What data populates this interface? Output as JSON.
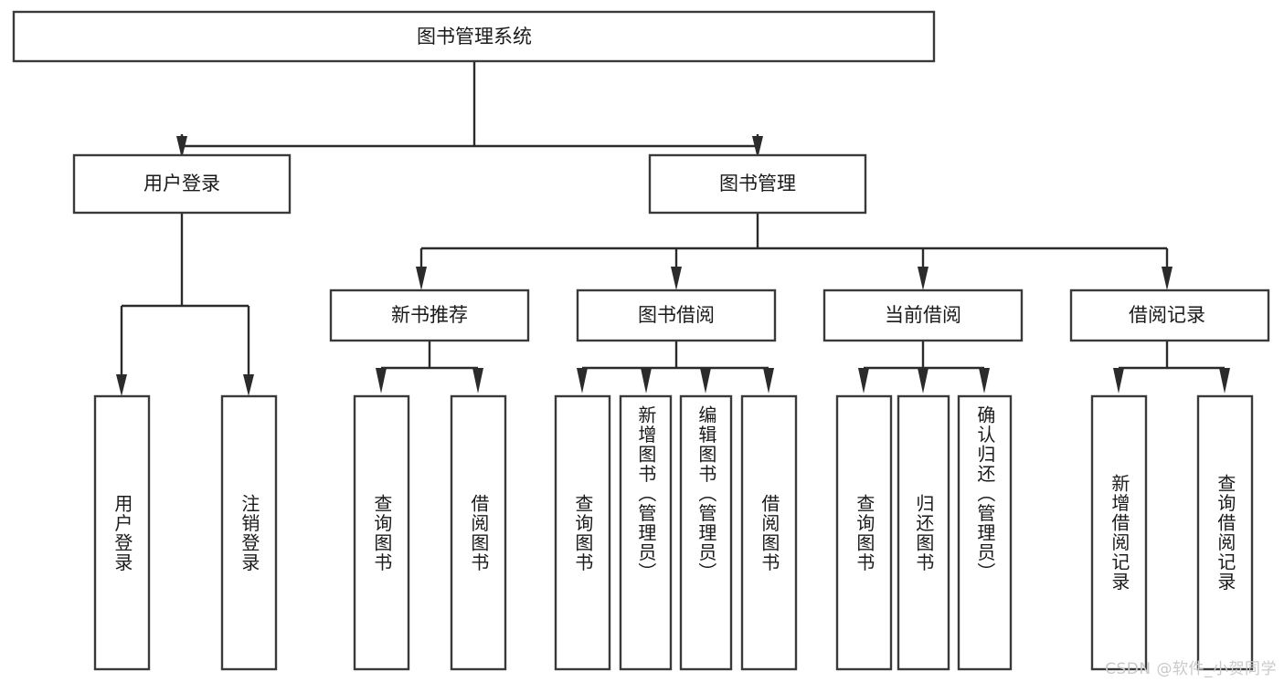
{
  "diagram": {
    "title": "图书管理系统",
    "type": "tree-hierarchy-diagram",
    "watermark": "CSDN @软件_小贺同学",
    "colors": {
      "background": "#ffffff",
      "box_stroke": "#3a3a3a",
      "connector": "#2b2b2b",
      "text": "#1a1a1a",
      "watermark": "#c9c9c9"
    },
    "root": {
      "id": "root",
      "label": "图书管理系统",
      "orientation": "horizontal"
    },
    "level2": [
      {
        "id": "user-login",
        "label": "用户登录",
        "orientation": "horizontal"
      },
      {
        "id": "book-management",
        "label": "图书管理",
        "orientation": "horizontal"
      }
    ],
    "level3": [
      {
        "id": "new-book-recommend",
        "label": "新书推荐",
        "orientation": "horizontal",
        "parent": "book-management"
      },
      {
        "id": "book-borrow",
        "label": "图书借阅",
        "orientation": "horizontal",
        "parent": "book-management"
      },
      {
        "id": "current-borrow",
        "label": "当前借阅",
        "orientation": "horizontal",
        "parent": "book-management"
      },
      {
        "id": "borrow-record",
        "label": "借阅记录",
        "orientation": "horizontal",
        "parent": "book-management"
      }
    ],
    "leaves": [
      {
        "id": "leaf-user-login",
        "label": "用户登录",
        "parent": "user-login",
        "orientation": "vertical"
      },
      {
        "id": "leaf-user-logout",
        "label": "注销登录",
        "parent": "user-login",
        "orientation": "vertical"
      },
      {
        "id": "leaf-query-book-1",
        "label": "查询图书",
        "parent": "new-book-recommend",
        "orientation": "vertical"
      },
      {
        "id": "leaf-borrow-book-1",
        "label": "借阅图书",
        "parent": "new-book-recommend",
        "orientation": "vertical"
      },
      {
        "id": "leaf-query-book-2",
        "label": "查询图书",
        "parent": "book-borrow",
        "orientation": "vertical"
      },
      {
        "id": "leaf-add-book",
        "label": "新增图书（管理员）",
        "parent": "book-borrow",
        "orientation": "vertical"
      },
      {
        "id": "leaf-edit-book",
        "label": "编辑图书（管理员）",
        "parent": "book-borrow",
        "orientation": "vertical"
      },
      {
        "id": "leaf-borrow-book-2",
        "label": "借阅图书",
        "parent": "book-borrow",
        "orientation": "vertical"
      },
      {
        "id": "leaf-query-book-3",
        "label": "查询图书",
        "parent": "current-borrow",
        "orientation": "vertical"
      },
      {
        "id": "leaf-return-book",
        "label": "归还图书",
        "parent": "current-borrow",
        "orientation": "vertical"
      },
      {
        "id": "leaf-confirm-return",
        "label": "确认归还（管理员）",
        "parent": "current-borrow",
        "orientation": "vertical"
      },
      {
        "id": "leaf-add-record",
        "label": "新增借阅记录",
        "parent": "borrow-record",
        "orientation": "vertical"
      },
      {
        "id": "leaf-query-record",
        "label": "查询借阅记录",
        "parent": "borrow-record",
        "orientation": "vertical"
      }
    ]
  }
}
